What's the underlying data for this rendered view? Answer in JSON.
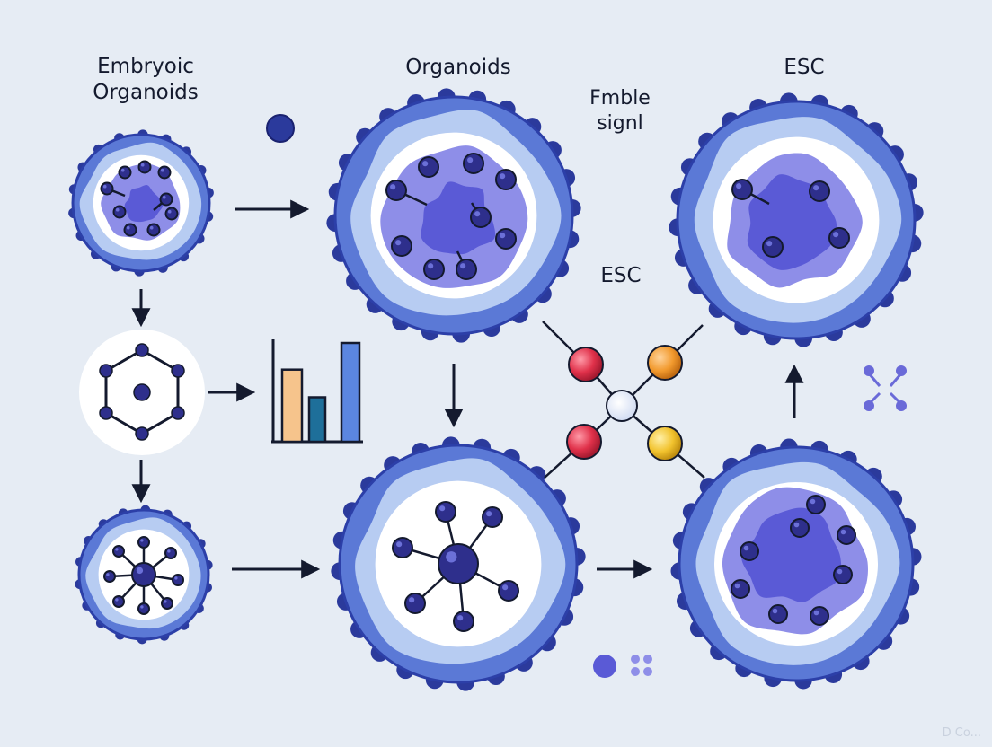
{
  "colors": {
    "background": "#e6ecf4",
    "membrane": "#5b79d6",
    "membrane_outline": "#2c3fa8",
    "bump": "#2b3a9c",
    "cytoplasm": "#b7ccf2",
    "nucleus": "#8e8ee8",
    "nucleus_core": "#5a5ad6",
    "molecule": "#2e2f8c",
    "node_red": "#e0314a",
    "node_orange": "#f29a2e",
    "node_yellow": "#f2c32e",
    "node_center": "#eef3ff",
    "bar_peach": "#f6c48c",
    "bar_teal": "#1e6f9a",
    "bar_blue": "#5b86e0",
    "ink": "#141a2e"
  },
  "labels": {
    "embryoid_line1": "Embryoic",
    "embryoid_line2": "Organoids",
    "organoids": "Organoids",
    "fmble_line1": "Fmble",
    "fmble_line2": "signl",
    "esc_top": "ESC",
    "esc_mid": "ESC"
  },
  "bar_chart": {
    "values": [
      0.73,
      0.45,
      1.0
    ]
  },
  "icons": [
    "cell-icon",
    "molecule-icon",
    "hexagon-molecule-icon",
    "bar-chart-icon",
    "signal-node-icon",
    "arrow-icon",
    "share-network-icon",
    "dots-icon"
  ],
  "watermark": "D Co..."
}
